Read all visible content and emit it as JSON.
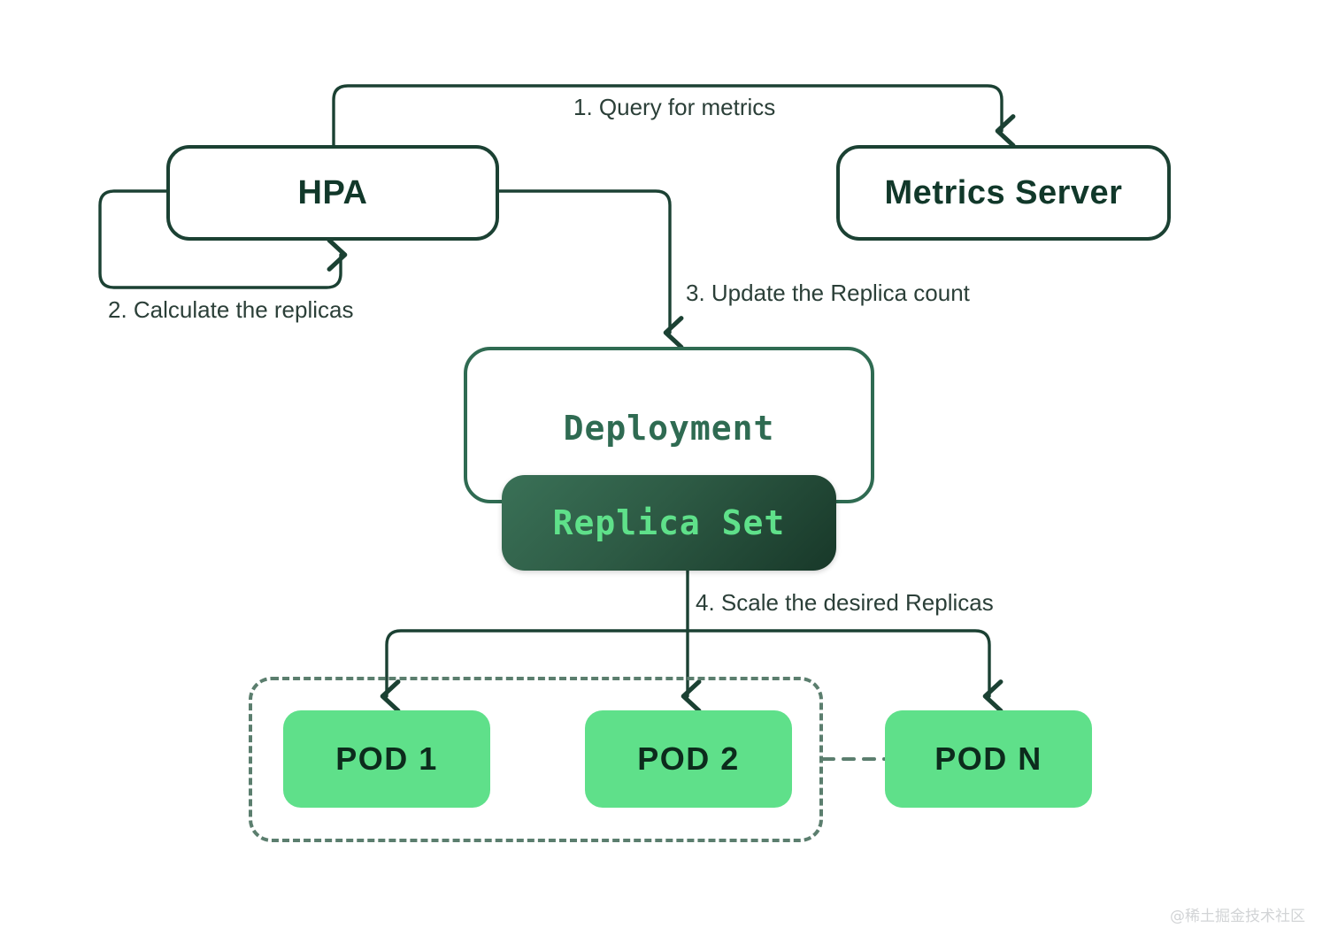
{
  "diagram": {
    "title": "Kubernetes HPA autoscaling flow",
    "background": "#ffffff",
    "colors": {
      "outline_dark_green": "#1b4133",
      "deployment_green": "#2f6b52",
      "replicaset_gradient_from": "#3a7157",
      "replicaset_gradient_to": "#183829",
      "replicaset_text": "#5fe08a",
      "pod_green": "#5fe08a",
      "pod_text": "#0c2b1c",
      "label_text": "#2b3f38",
      "dashed_boundary": "#5b7e6e",
      "watermark": "#d2d4d6"
    },
    "nodes": {
      "hpa": {
        "label": "HPA"
      },
      "metrics_server": {
        "label": "Metrics Server"
      },
      "deployment": {
        "label": "Deployment"
      },
      "replica_set": {
        "label": "Replica Set"
      },
      "pods": [
        {
          "label": "POD 1"
        },
        {
          "label": "POD 2"
        },
        {
          "label": "POD N"
        }
      ]
    },
    "edges": [
      {
        "id": "step-1",
        "label": "1.  Query for metrics",
        "from": "hpa",
        "to": "metrics_server"
      },
      {
        "id": "step-2",
        "label": "2. Calculate the replicas",
        "from": "hpa",
        "to": "hpa"
      },
      {
        "id": "step-3",
        "label": "3. Update the Replica count",
        "from": "hpa",
        "to": "deployment"
      },
      {
        "id": "step-4",
        "label": "4. Scale the desired Replicas",
        "from": "replica_set",
        "to": "pods"
      }
    ],
    "watermark": "@稀土掘金技术社区"
  }
}
